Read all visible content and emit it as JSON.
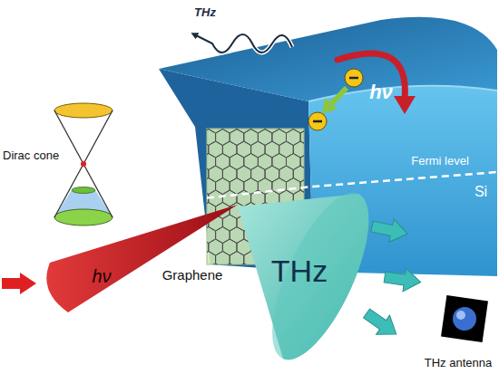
{
  "diagram": {
    "labels": [
      "THz",
      "Dirac cone",
      "hν",
      "Fermi level",
      "Si",
      "hν",
      "Graphene",
      "THz",
      "THz antenna"
    ]
  }
}
